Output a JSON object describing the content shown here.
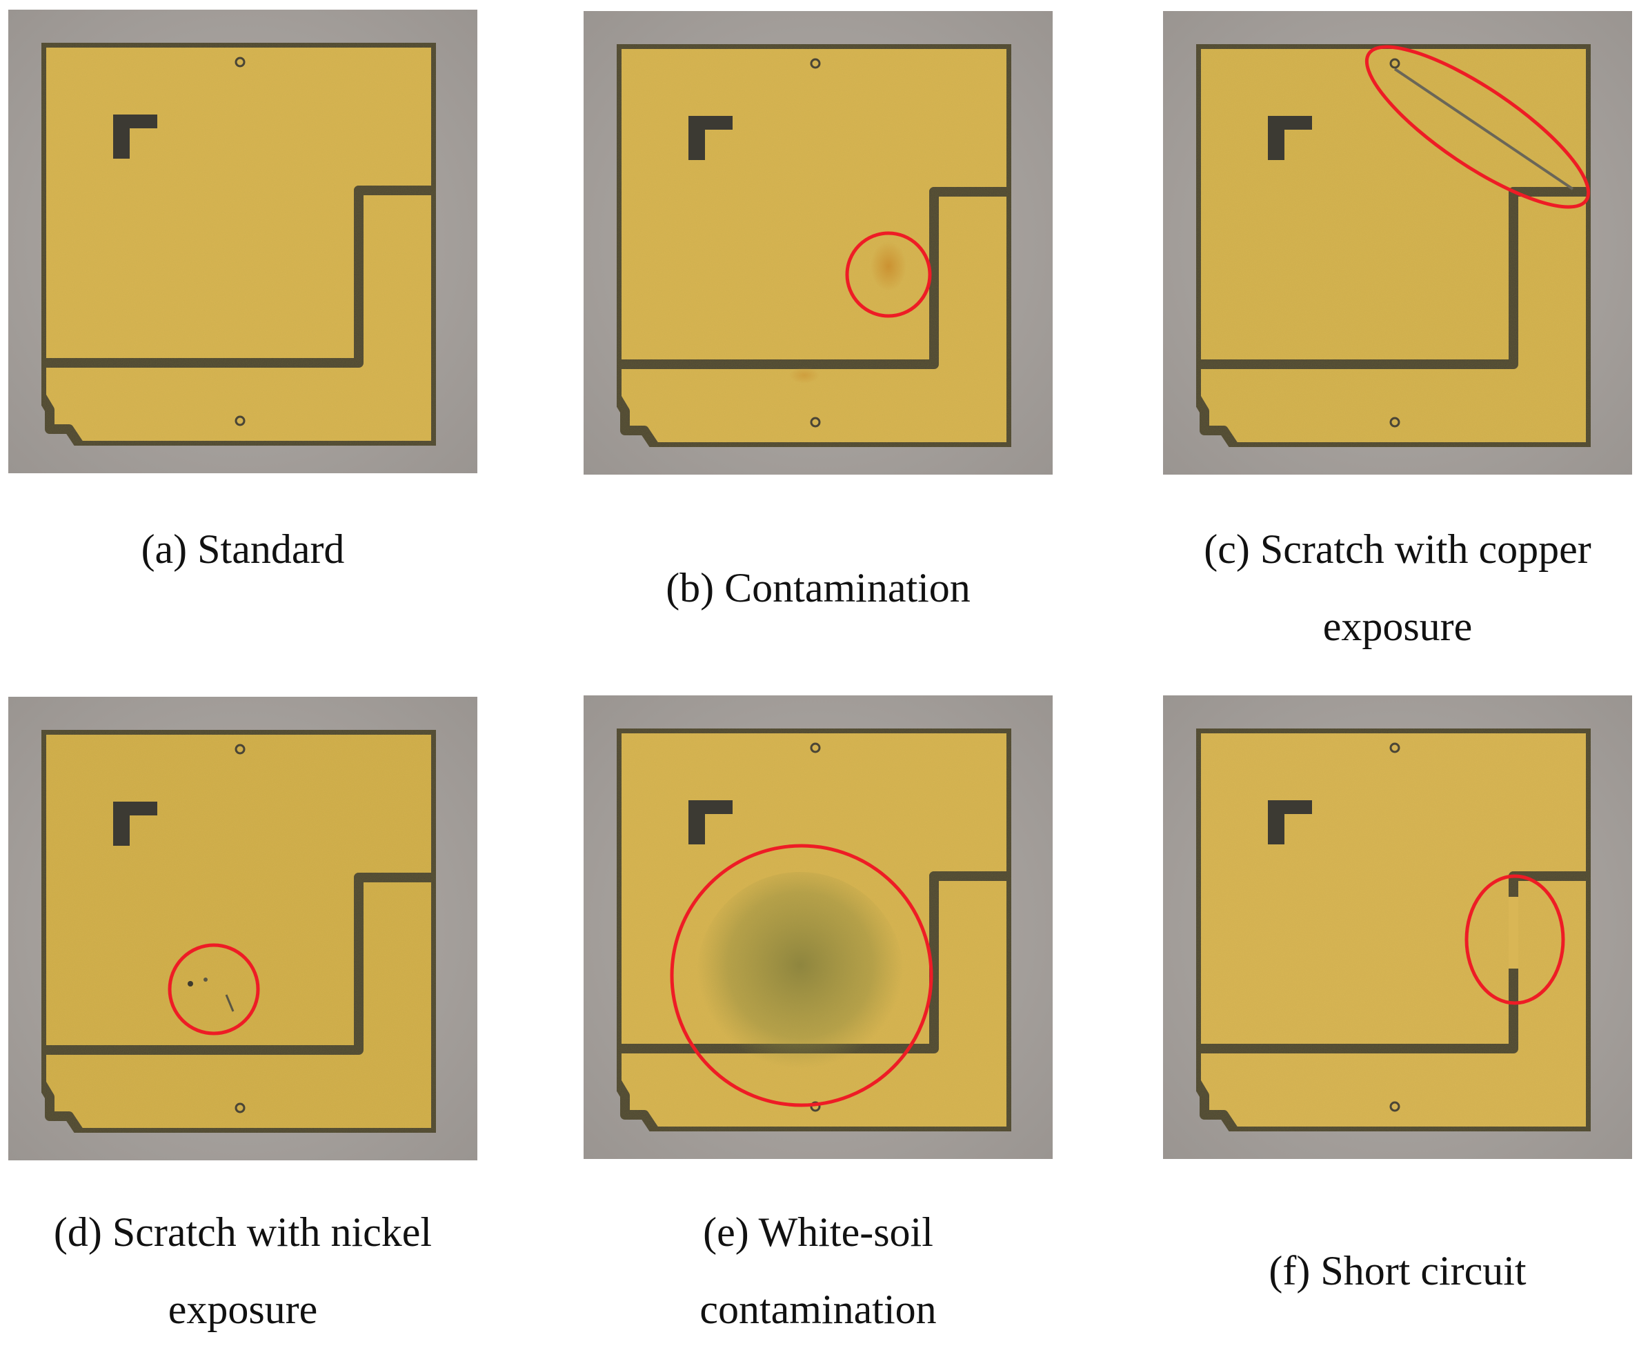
{
  "panels": [
    {
      "caption_line1": "(a) Standard",
      "caption_line2": "",
      "defect": "none"
    },
    {
      "caption_line1": "(b) Contamination",
      "caption_line2": "",
      "defect": "stain"
    },
    {
      "caption_line1": "(c) Scratch with copper",
      "caption_line2": "exposure",
      "defect": "scratch"
    },
    {
      "caption_line1": "(d) Scratch with nickel",
      "caption_line2": "exposure",
      "defect": "specks"
    },
    {
      "caption_line1": "(e) White-soil",
      "caption_line2": "contamination",
      "defect": "large-stain"
    },
    {
      "caption_line1": "(f) Short circuit",
      "caption_line2": "",
      "defect": "bridge"
    }
  ],
  "colors": {
    "pad_gold": "#d8b553",
    "pad_edge": "#b8962f",
    "gap_dark": "#4a4536",
    "background_gray": "#a7a29e",
    "marker_red": "#ee1c25"
  }
}
